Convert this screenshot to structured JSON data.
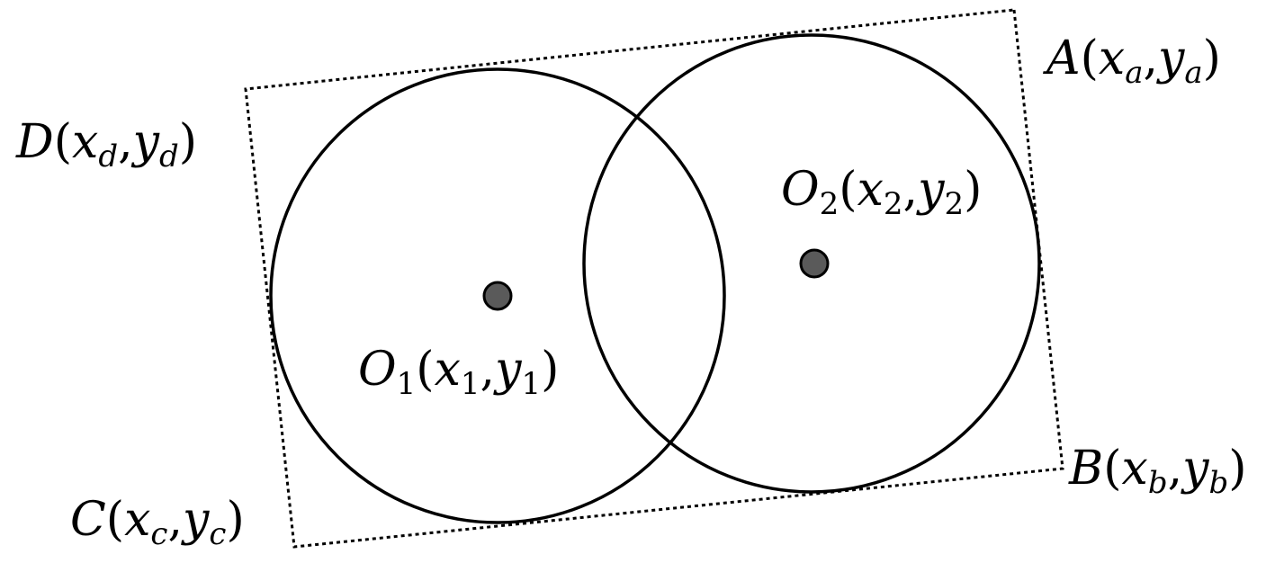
{
  "colors": {
    "background": "#ffffff",
    "stroke": "#000000",
    "center_fill": "#5a5a5a"
  },
  "diagram": {
    "rectangle": {
      "style": "dotted"
    },
    "circles": [
      {
        "name": "circle-1",
        "center_label": "O1(x1,y1)"
      },
      {
        "name": "circle-2",
        "center_label": "O2(x2,y2)"
      }
    ],
    "labels": {
      "A": {
        "letter": "A",
        "x_var": "x",
        "x_sub": "a",
        "y_var": "y",
        "y_sub": "a"
      },
      "B": {
        "letter": "B",
        "x_var": "x",
        "x_sub": "b",
        "y_var": "y",
        "y_sub": "b"
      },
      "C": {
        "letter": "C",
        "x_var": "x",
        "x_sub": "c",
        "y_var": "y",
        "y_sub": "c"
      },
      "D": {
        "letter": "D",
        "x_var": "x",
        "x_sub": "d",
        "y_var": "y",
        "y_sub": "d"
      },
      "O1": {
        "letter": "O",
        "letter_sub": "1",
        "x_var": "x",
        "x_sub": "1",
        "y_var": "y",
        "y_sub": "1"
      },
      "O2": {
        "letter": "O",
        "letter_sub": "2",
        "x_var": "x",
        "x_sub": "2",
        "y_var": "y",
        "y_sub": "2"
      }
    },
    "punct": {
      "open": "(",
      "comma": ",",
      "close": ")"
    }
  }
}
